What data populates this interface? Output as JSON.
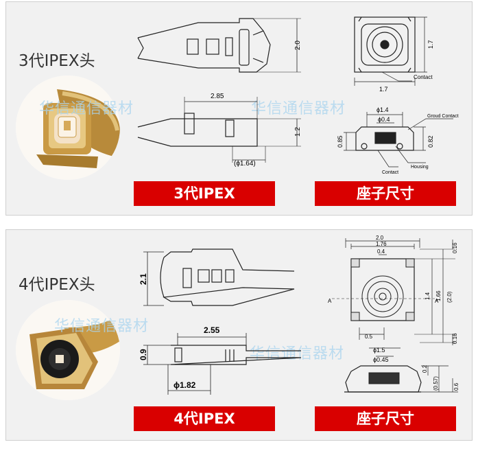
{
  "panel_top": {
    "title": "3代IPEX头",
    "label_left": "3代IPEX",
    "label_right": "座子尺寸",
    "watermark": "华信通信器材",
    "plug_dims": {
      "width_top": "2.0",
      "length": "2.85",
      "height": "1.2",
      "diameter": "(ϕ1.64)"
    },
    "socket_dims": {
      "top_side": "1.7",
      "right_side": "1.7",
      "contact": "Contact",
      "outer_dia": "ϕ1.4",
      "inner_dia": "ϕ0.4",
      "ground": "Groud Contact",
      "housing": "Housing",
      "h_left": "0.85",
      "h_right": "0.82"
    }
  },
  "panel_bottom": {
    "title": "4代IPEX头",
    "label_left": "4代IPEX",
    "label_right": "座子尺寸",
    "watermark": "华信通信器材",
    "plug_dims": {
      "width": "2.1",
      "length": "2.55",
      "height": "0.9",
      "diameter": "ϕ1.82"
    },
    "socket_dims": {
      "w_outer": "2.0",
      "w_mid": "1.76",
      "w_inner": "0.4",
      "h_top": "0.16",
      "h_1_4": "1.4",
      "h_1_66": "1.66",
      "h_2_0": "(2.0)",
      "h_bottom": "0.16",
      "b_0_5": "0.5",
      "section_a": "A",
      "d_1_5": "ϕ1.5",
      "d_0_45": "ϕ0.45",
      "side_0_2": "0.2",
      "side_0_57": "(0.57)",
      "side_0_6": "0.6"
    }
  }
}
